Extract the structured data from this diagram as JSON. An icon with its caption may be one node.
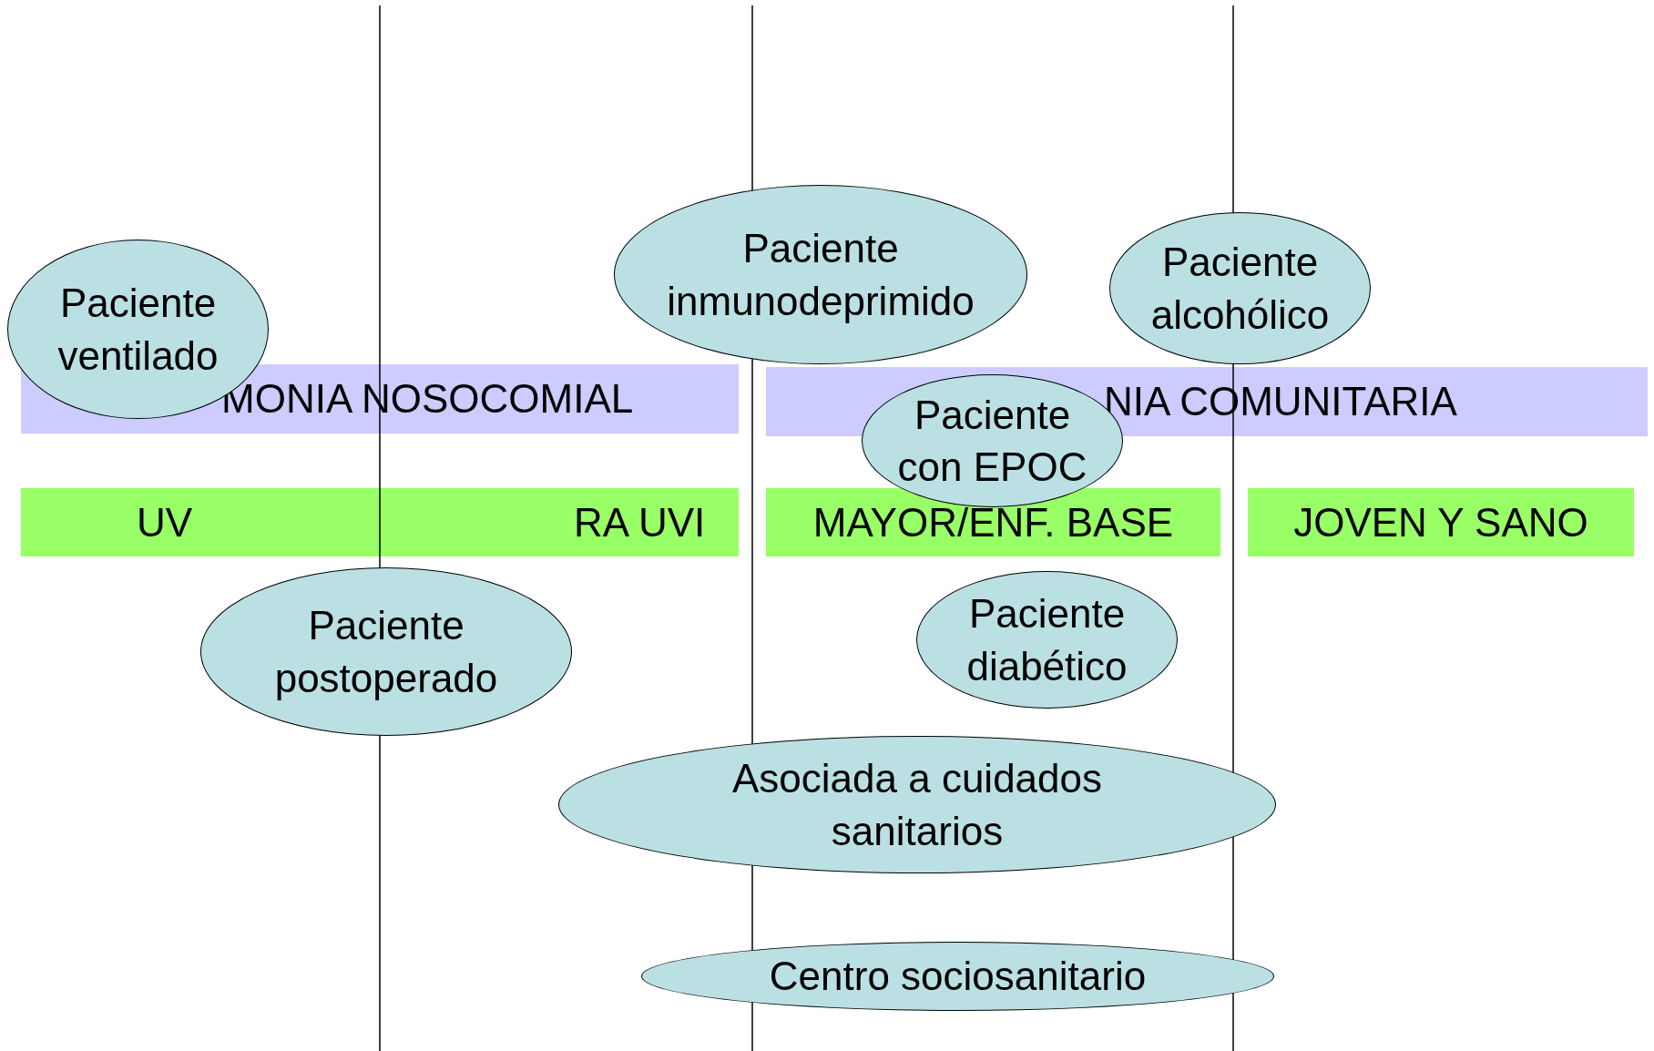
{
  "diagram": {
    "nodes": [
      {
        "text": [
          "MONIA NOSOCOMIAL"
        ]
      },
      {
        "text": [
          "NIA COMUNITARIA"
        ]
      },
      {
        "text": [
          "UV",
          "RA UVI"
        ]
      },
      {
        "text": [
          "MAYOR/ENF. BASE"
        ]
      },
      {
        "text": [
          "JOVEN Y SANO"
        ]
      },
      {
        "text": [
          "Paciente ventilado"
        ]
      },
      {
        "text": [
          "Paciente inmunodeprimido"
        ]
      },
      {
        "text": [
          "Paciente alcohólico"
        ]
      },
      {
        "text": [
          "Paciente con EPOC"
        ]
      },
      {
        "text": [
          "Paciente postoperado"
        ]
      },
      {
        "text": [
          "Paciente diabético"
        ]
      },
      {
        "text": [
          "Asociada a cuidados sanitarios"
        ]
      },
      {
        "text": [
          "Centro sociosanitario"
        ]
      }
    ],
    "edges": []
  }
}
